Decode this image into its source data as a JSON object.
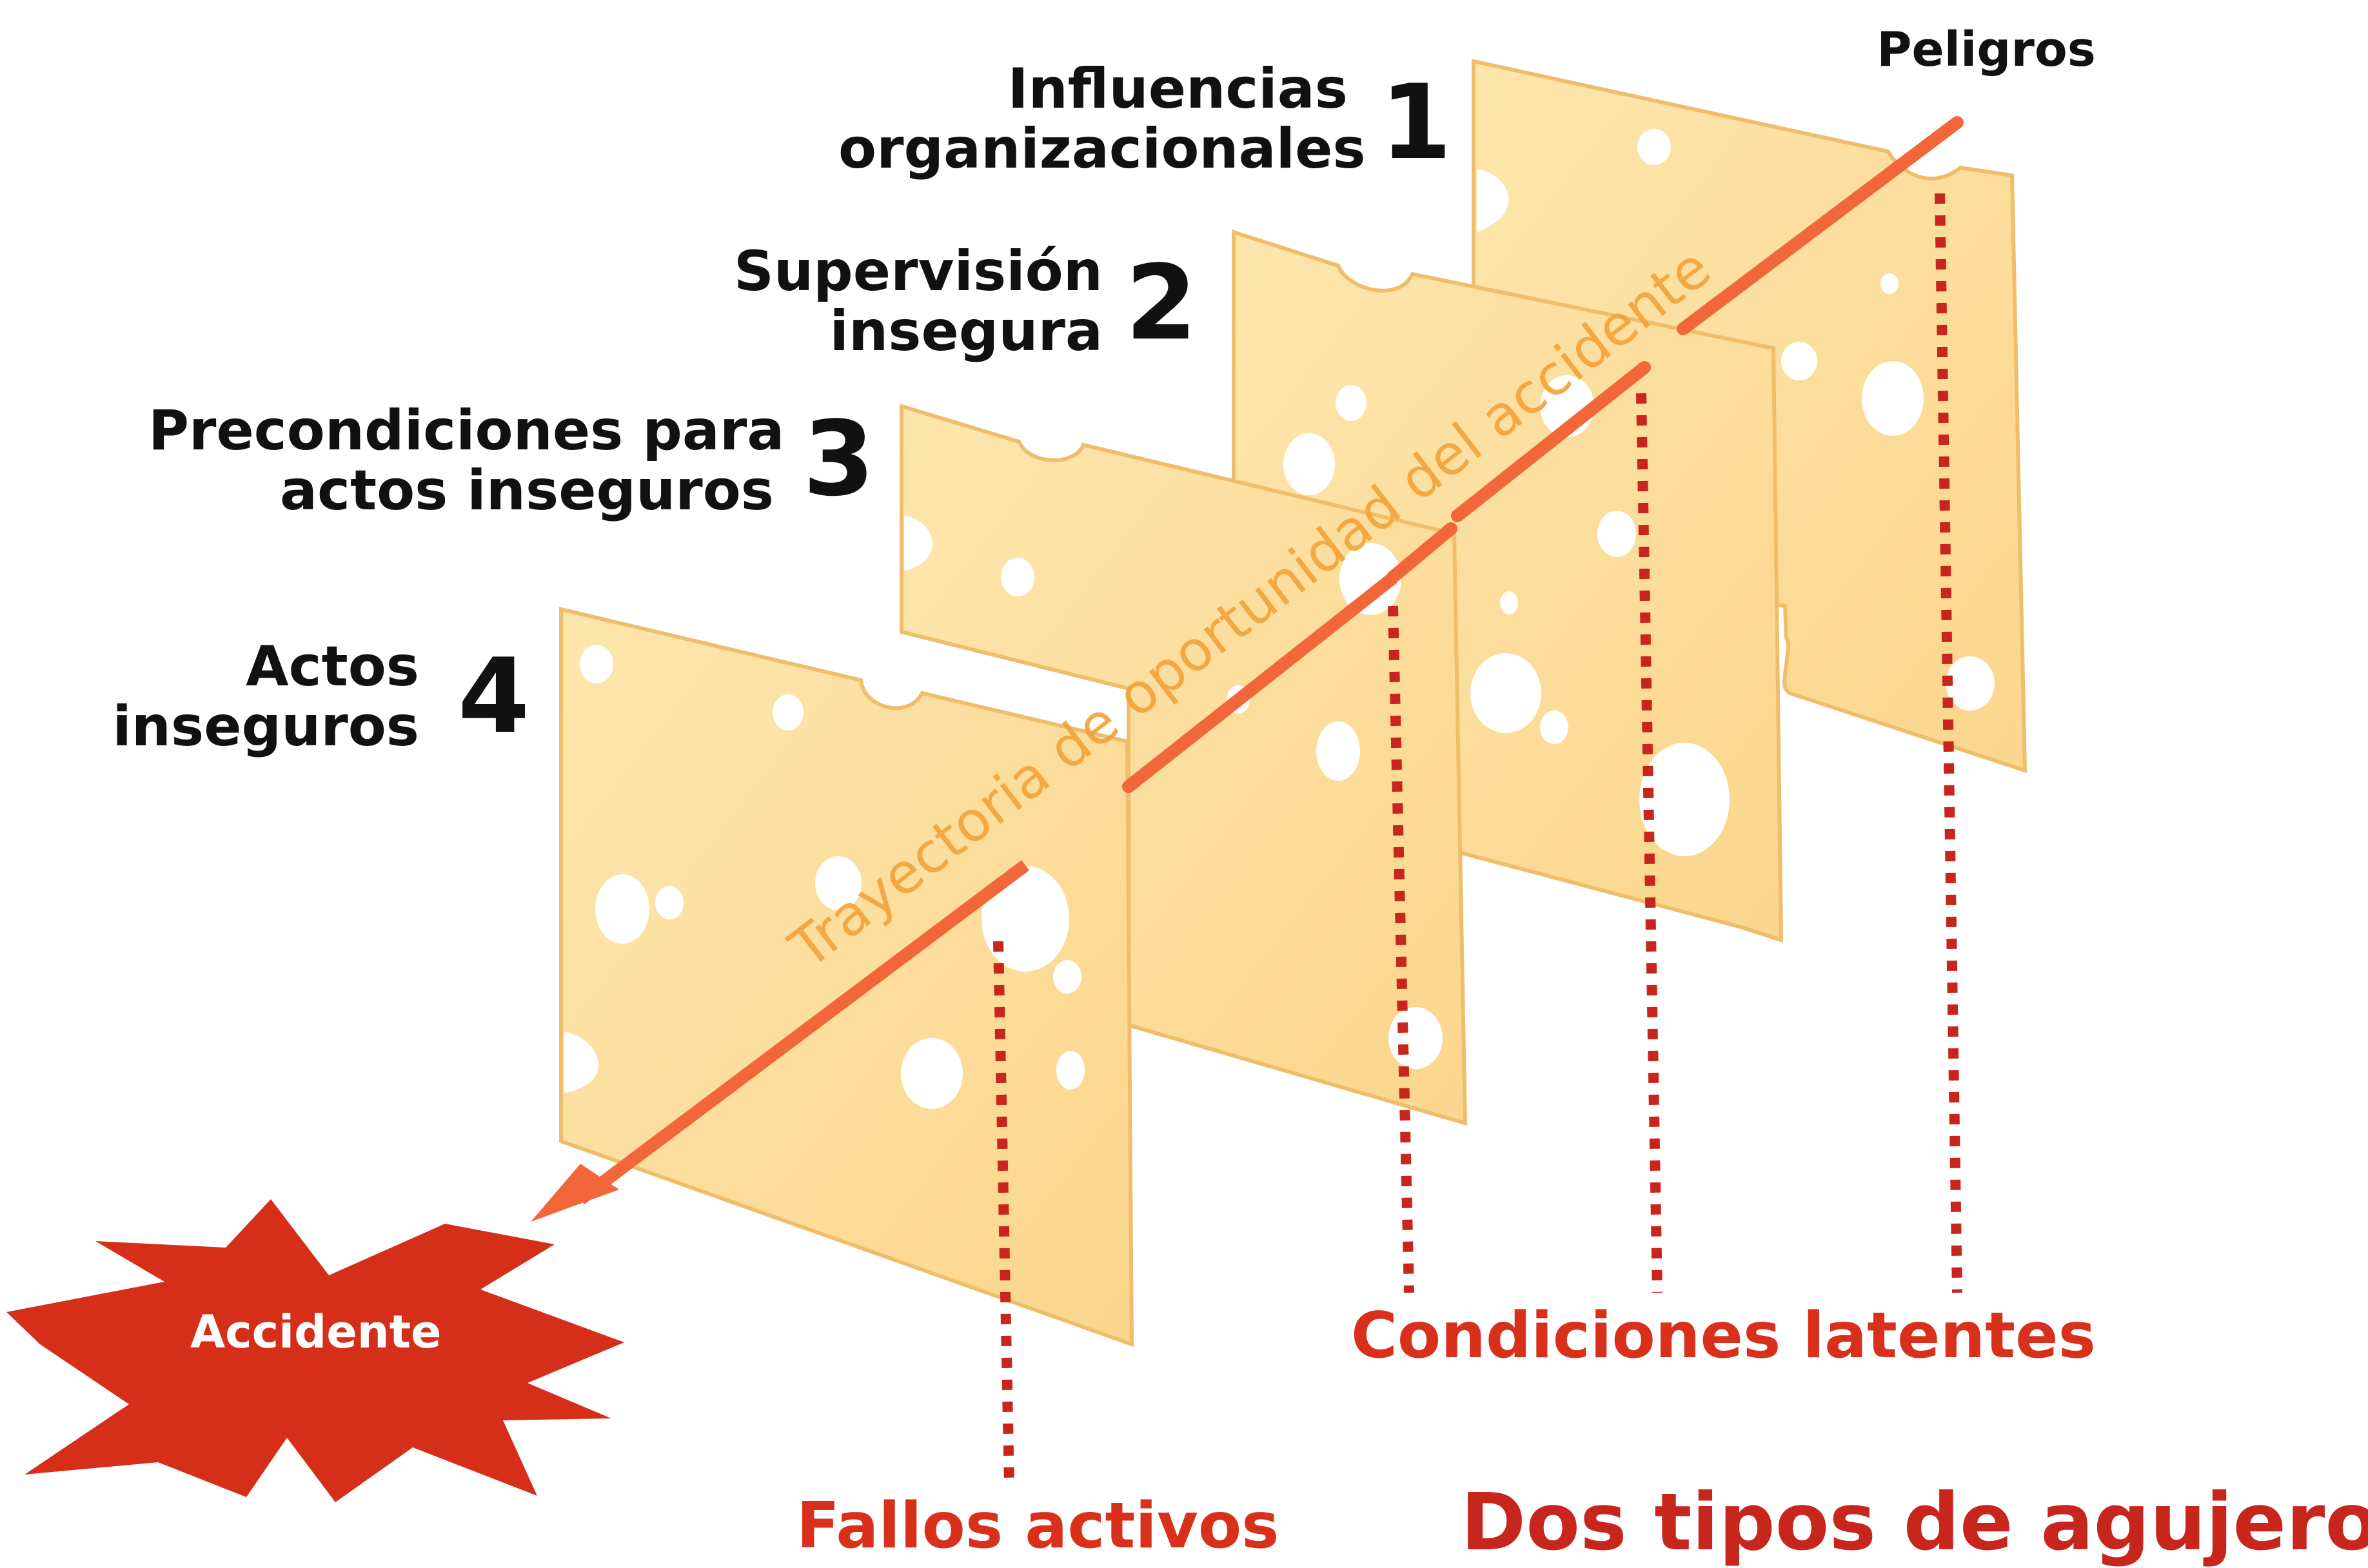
{
  "layers": [
    {
      "number": "1",
      "line1": "Influencias",
      "line2": "organizacionales"
    },
    {
      "number": "2",
      "line1": "Supervisión",
      "line2": "insegura"
    },
    {
      "number": "3",
      "line1": "Precondiciones para",
      "line2": "actos inseguros"
    },
    {
      "number": "4",
      "line1": "Actos",
      "line2": "inseguros"
    }
  ],
  "hazard_label": "Peligros",
  "trajectory_label": "Trayectoria de oportunidad del accidente",
  "accident_label": "Accidente",
  "latent_label": "Condiciones latentes",
  "active_label": "Fallos activos",
  "footer_title": "Dos tipos de agujeros",
  "colors": {
    "cheese_fill": "#fde0a0",
    "cheese_edge": "#f1be6a",
    "trajectory": "#f2673a",
    "trajectory_text": "#f3a33a",
    "dotted_line": "#c8251c",
    "label_red": "#d9301c",
    "burst": "#d52f1a",
    "text_dark": "#111111"
  }
}
